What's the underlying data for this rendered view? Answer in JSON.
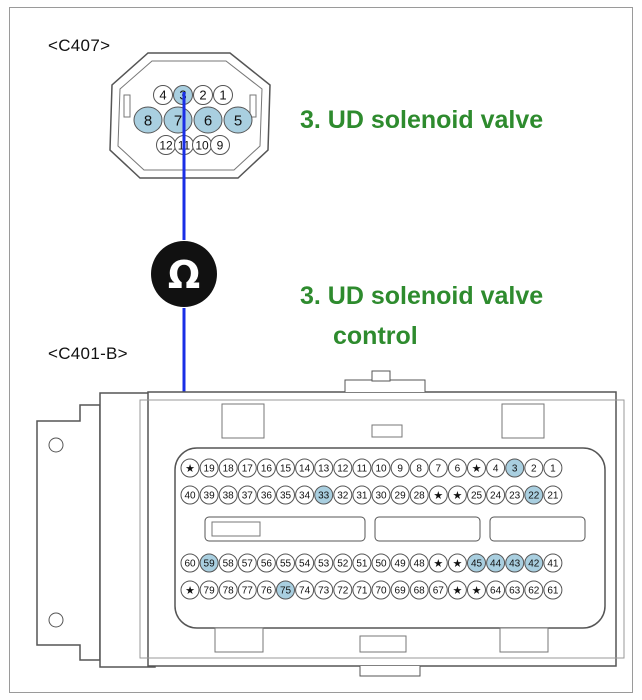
{
  "connectors": {
    "c407_label": "<C407>",
    "c401_label": "<C401-B>"
  },
  "labels": {
    "signal_top": "3. UD solenoid valve",
    "signal_bottom_line1": "3. UD solenoid valve",
    "signal_bottom_line2": "control"
  },
  "meter_symbol": "Ω",
  "colors": {
    "wire": "#1a2fe6",
    "label_green": "#2e8b2e",
    "pin_highlight": "#a9cfe0",
    "pin_normal": "#ffffff",
    "outline": "#555555"
  },
  "c407_pins": {
    "row1": [
      "4",
      "3",
      "2",
      "1"
    ],
    "row2": [
      "8",
      "7",
      "6",
      "5"
    ],
    "row3": [
      "12",
      "11",
      "10",
      "9"
    ],
    "highlighted": [
      "3",
      "7",
      "8",
      "6",
      "5"
    ]
  },
  "c401_pins": {
    "row1": [
      "★",
      "19",
      "18",
      "17",
      "16",
      "15",
      "14",
      "13",
      "12",
      "11",
      "10",
      "9",
      "8",
      "7",
      "6",
      "★",
      "4",
      "3",
      "2",
      "1"
    ],
    "row2": [
      "40",
      "39",
      "38",
      "37",
      "36",
      "35",
      "34",
      "33",
      "32",
      "31",
      "30",
      "29",
      "28",
      "★",
      "★",
      "25",
      "24",
      "23",
      "22",
      "21"
    ],
    "row3": [
      "60",
      "59",
      "58",
      "57",
      "56",
      "55",
      "54",
      "53",
      "52",
      "51",
      "50",
      "49",
      "48",
      "★",
      "★",
      "45",
      "44",
      "43",
      "42",
      "41"
    ],
    "row4": [
      "★",
      "79",
      "78",
      "77",
      "76",
      "75",
      "74",
      "73",
      "72",
      "71",
      "70",
      "69",
      "68",
      "67",
      "★",
      "★",
      "64",
      "63",
      "62",
      "61"
    ],
    "highlighted": [
      "3",
      "33",
      "22",
      "59",
      "45",
      "44",
      "43",
      "42",
      "75"
    ]
  }
}
